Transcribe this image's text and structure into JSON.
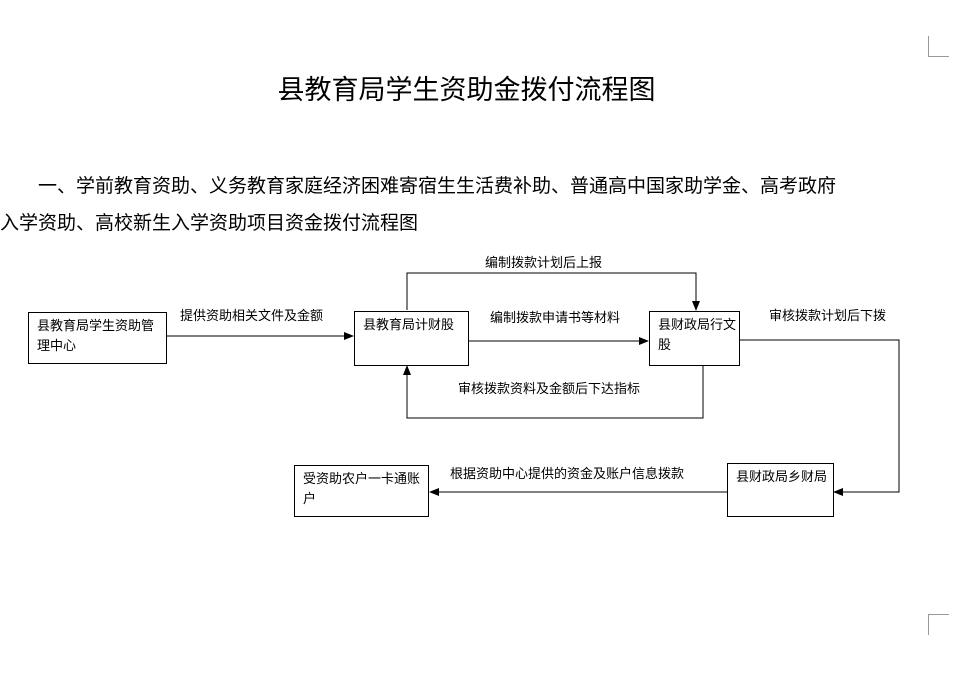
{
  "document": {
    "title": "县教育局学生资助金拨付流程图",
    "section_heading_line1": "一、学前教育资助、义务教育家庭经济困难寄宿生生活费补助、普通高中国家助学金、高考政府",
    "section_heading_line2": "入学资助、高校新生入学资助项目资金拨付流程图"
  },
  "flowchart": {
    "nodes": {
      "center": "县教育局学生资助管理中心",
      "finance_section": "县教育局计财股",
      "county_finance": "县财政局行文股",
      "town_finance": "县财政局乡财局",
      "recipient_account": "受资助农户一卡通账户"
    },
    "edges": {
      "center_to_finance": "提供资助相关文件及金额",
      "plan_report": "编制拨款计划后上报",
      "application_materials": "编制拨款申请书等材料",
      "review_indicators": "审核拨款资料及金额后下达指标",
      "review_plan_allocate": "审核拨款计划后下拨",
      "disburse_to_account": "根据资助中心提供的资金及账户信息拨款"
    }
  }
}
